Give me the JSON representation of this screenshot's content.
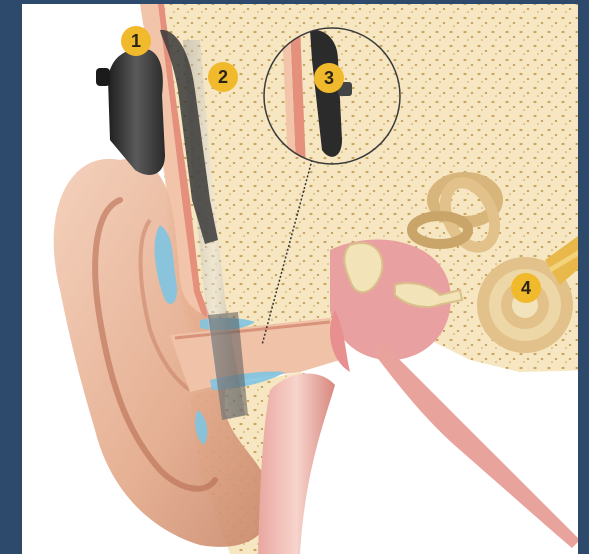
{
  "colors": {
    "frame": "#2d4a6d",
    "panel": "#ffffff",
    "callout_fill": "#f1b92c",
    "callout_text": "#2b2418",
    "skin": "#e9b69a",
    "skin_dark": "#c98a6a",
    "bone": "#f5e6bf",
    "bone_dot": "#c9a45c",
    "device": "#2f2f2f",
    "fluid": "#7fc4e2",
    "eardrum": "#d98b8b",
    "cochlea": "#e2c28a"
  },
  "icons": {
    "device": "hearing-implant-processor-icon",
    "magnifier": "magnifier-circle-icon"
  },
  "callouts": [
    {
      "label": "1"
    },
    {
      "label": "2"
    },
    {
      "label": "3"
    },
    {
      "label": "4"
    }
  ]
}
